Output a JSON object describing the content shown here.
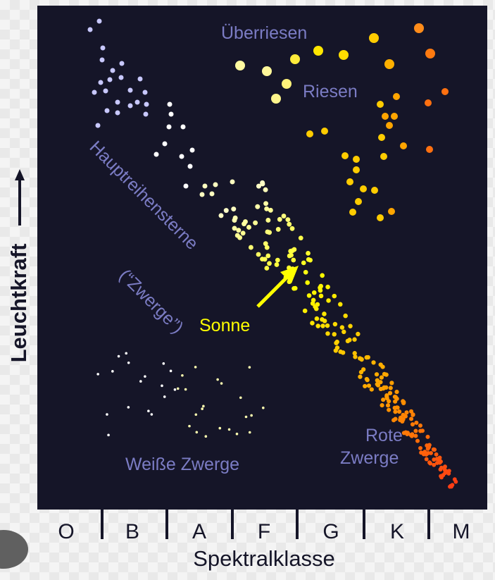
{
  "labels": {
    "supergiants": "Überriesen",
    "giants": "Riesen",
    "main_sequence_1": "Hauptreihensterne",
    "main_sequence_2": "(“Zwerge”)",
    "sun": "Sonne",
    "white_dwarfs": "Weiße Zwerge",
    "red_dwarfs_1": "Rote",
    "red_dwarfs_2": "Zwerge"
  },
  "axes": {
    "x_label": "Spektralklasse",
    "y_label": "Leuchtkraft",
    "spectral_classes": [
      "O",
      "B",
      "A",
      "F",
      "G",
      "K",
      "M"
    ]
  },
  "colors": {
    "background": "#151528",
    "label": "#7b7cc4",
    "sun": "#ffff00"
  }
}
